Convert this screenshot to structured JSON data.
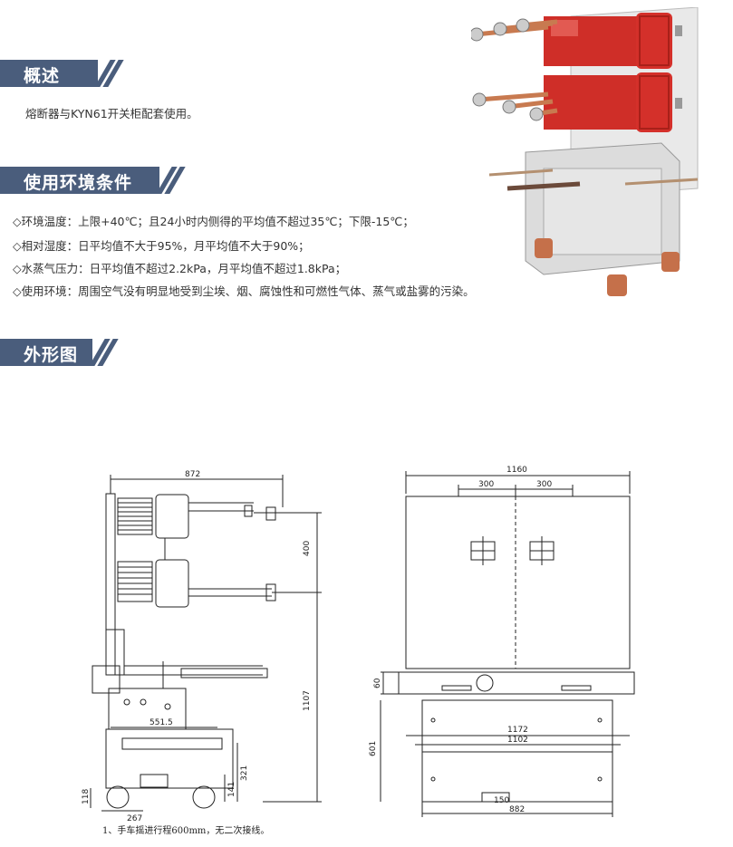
{
  "sections": {
    "overview": {
      "title": "概述",
      "text": "熔断器与KYN61开关柜配套使用。"
    },
    "environment": {
      "title": "使用环境条件",
      "items": [
        "◇环境温度：上限+40℃；且24小时内侧得的平均值不超过35℃；下限-15℃；",
        "◇相对湿度：日平均值不大于95%，月平均值不大于90%；",
        "◇水蒸气压力：日平均值不超过2.2kPa，月平均值不超过1.8kPa；",
        "◇使用环境：周围空气没有明显地受到尘埃、烟、腐蚀性和可燃性气体、蒸气或盐雾的污染。"
      ]
    },
    "outline": {
      "title": "外形图"
    }
  },
  "drawing": {
    "side_view": {
      "dims": [
        "872",
        "400",
        "1107",
        "551.5",
        "321",
        "141",
        "118",
        "267"
      ]
    },
    "front_view": {
      "dims": [
        "1160",
        "300",
        "300",
        "60",
        "1172",
        "1102",
        "601",
        "150",
        "882"
      ]
    },
    "note": "1、手车摇进行程600mm，无二次接线。"
  },
  "colors": {
    "section_bar": "#4a5d7c",
    "insulator_red": "#d4302a"
  }
}
